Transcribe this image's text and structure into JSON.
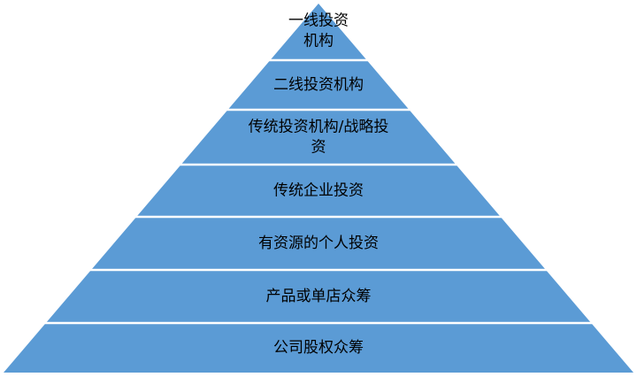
{
  "pyramid": {
    "colors": {
      "fill": "#5B9BD5",
      "divider": "#ffffff",
      "text": "#000000"
    },
    "tiers": [
      {
        "lines": [
          "一线投资",
          "机构"
        ]
      },
      {
        "lines": [
          "二线投资机构"
        ]
      },
      {
        "lines": [
          "传统投资机构/战略投",
          "资"
        ]
      },
      {
        "lines": [
          "传统企业投资"
        ]
      },
      {
        "lines": [
          "有资源的个人投资"
        ]
      },
      {
        "lines": [
          "产品或单店众筹"
        ]
      },
      {
        "lines": [
          "公司股权众筹"
        ]
      }
    ]
  }
}
